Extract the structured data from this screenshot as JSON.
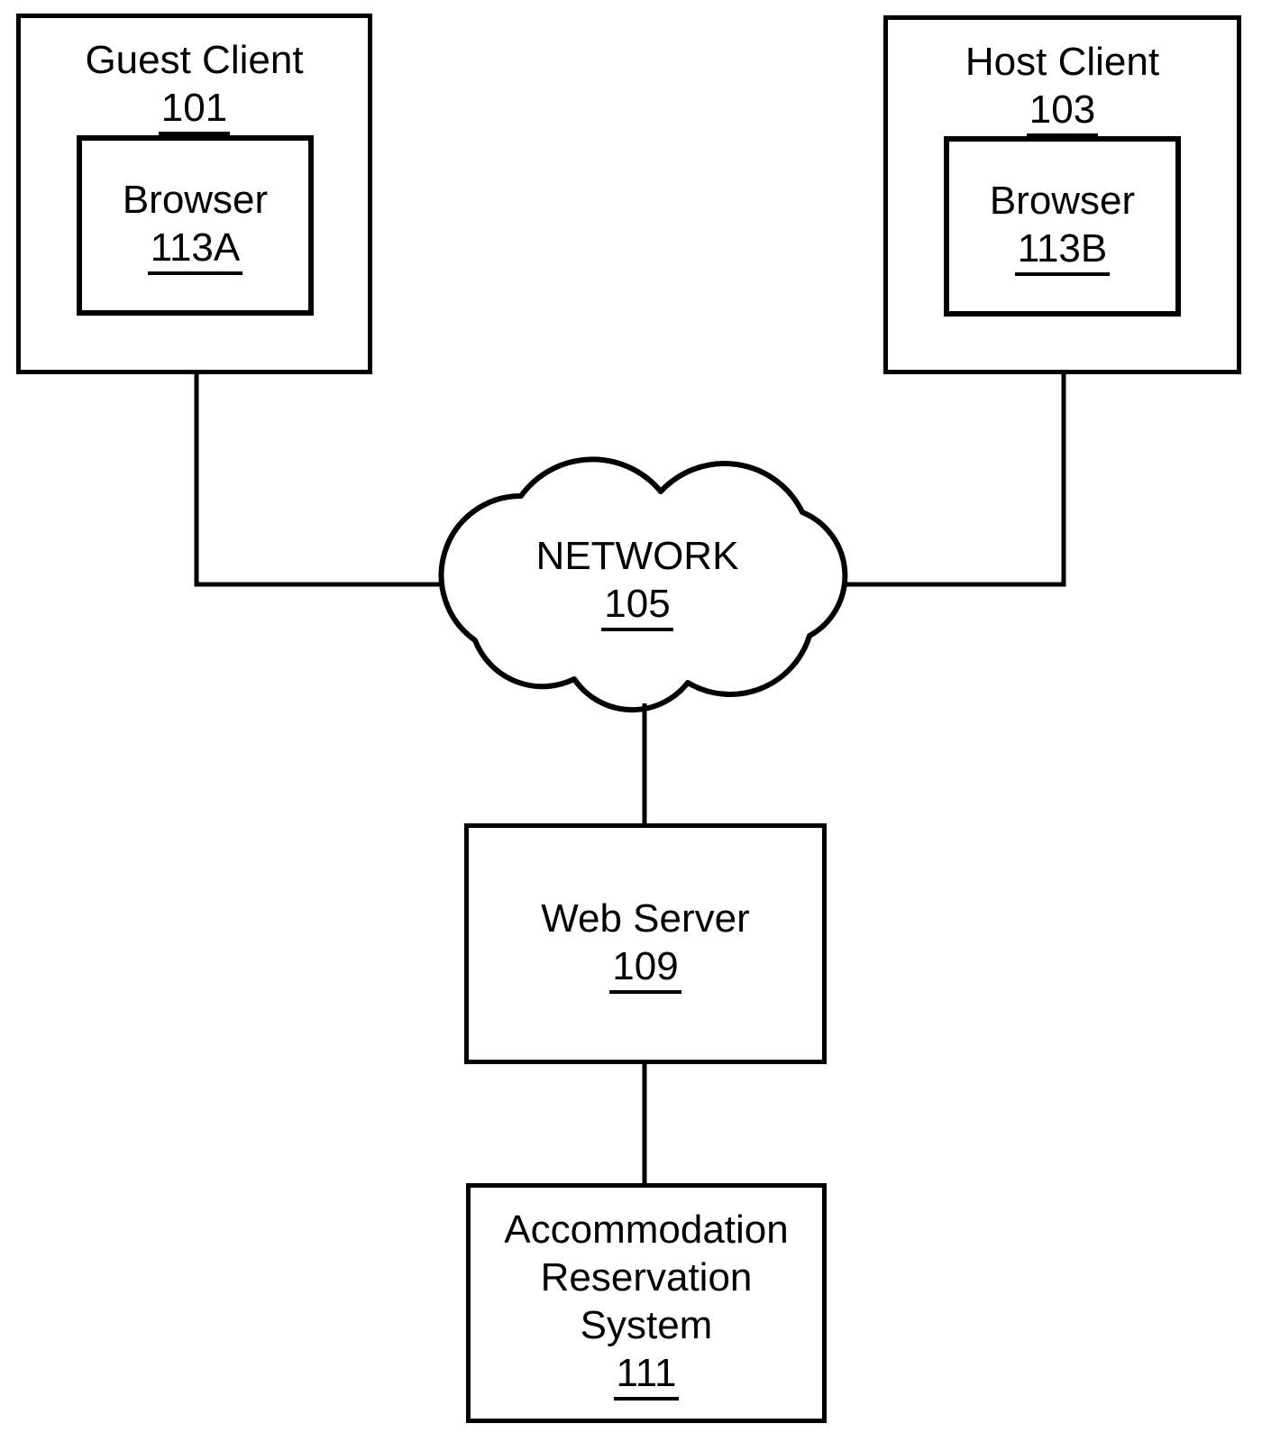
{
  "diagram": {
    "colors": {
      "stroke": "#000000",
      "background": "#ffffff",
      "text": "#000000"
    },
    "nodes": {
      "guest_client": {
        "label": "Guest Client",
        "ref": "101"
      },
      "guest_browser": {
        "label": "Browser",
        "ref": "113A"
      },
      "host_client": {
        "label": "Host Client",
        "ref": "103"
      },
      "host_browser": {
        "label": "Browser",
        "ref": "113B"
      },
      "network": {
        "label": "NETWORK",
        "ref": "105"
      },
      "web_server": {
        "label": "Web Server",
        "ref": "109"
      },
      "reservation_system": {
        "line1": "Accommodation",
        "line2": "Reservation",
        "line3": "System",
        "ref": "111"
      }
    },
    "edges": [
      {
        "from": "guest_client",
        "to": "network"
      },
      {
        "from": "host_client",
        "to": "network"
      },
      {
        "from": "network",
        "to": "web_server"
      },
      {
        "from": "web_server",
        "to": "reservation_system"
      }
    ]
  }
}
